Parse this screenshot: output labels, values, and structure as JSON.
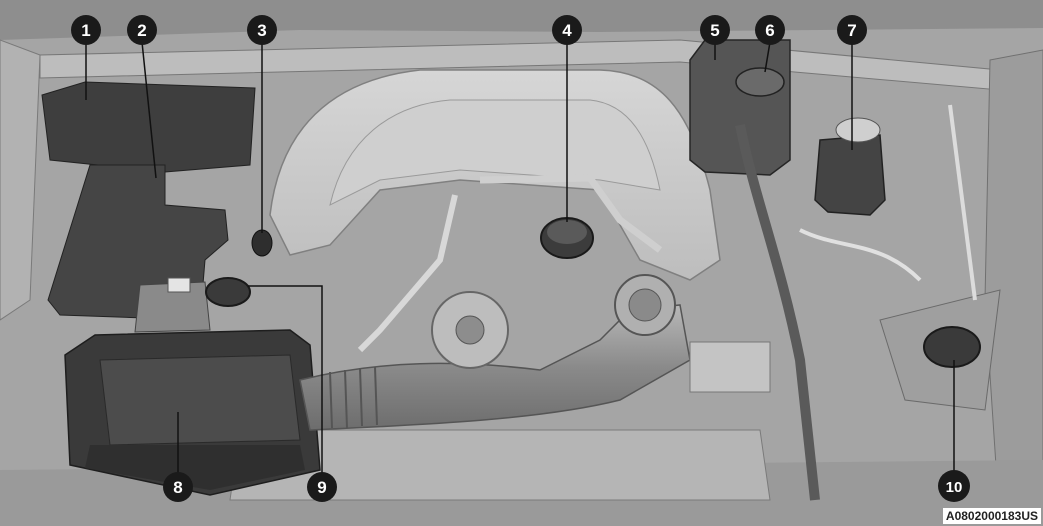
{
  "diagram": {
    "callouts": [
      {
        "label": "1"
      },
      {
        "label": "2"
      },
      {
        "label": "3"
      },
      {
        "label": "4"
      },
      {
        "label": "5"
      },
      {
        "label": "6"
      },
      {
        "label": "7"
      },
      {
        "label": "8"
      },
      {
        "label": "9"
      },
      {
        "label": "10"
      }
    ],
    "figure_id": "A0802000183US",
    "colors": {
      "background": "#a9a9a9",
      "engine_cover": "#c9c9c9",
      "dark_component": "#4a4a4a",
      "callout_fill": "#1a1a1a"
    }
  }
}
